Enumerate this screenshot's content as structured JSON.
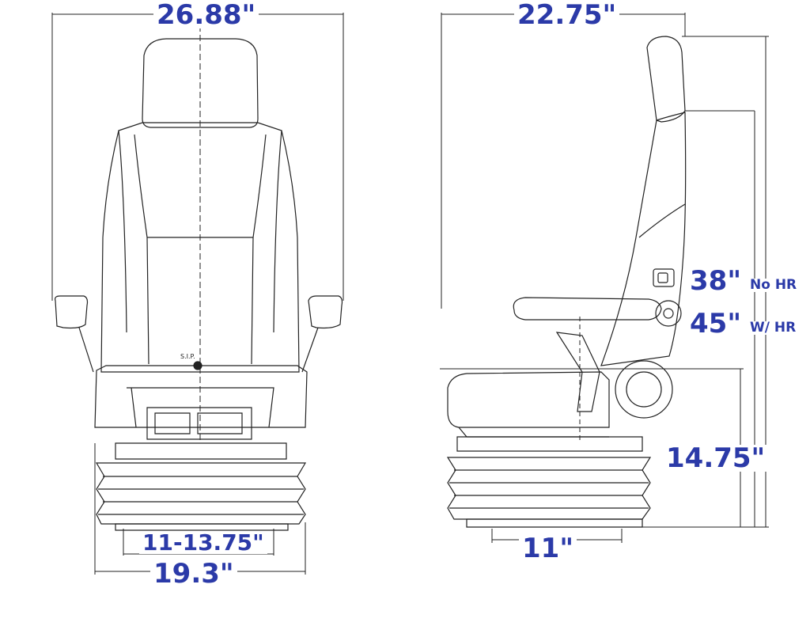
{
  "colors": {
    "line": "#222222",
    "dimension_text": "#2b3aa8",
    "background": "#ffffff"
  },
  "front_view": {
    "overall_width": "26.88\"",
    "seat_width": "19.3\"",
    "base_range": "11-13.75\"",
    "sip_label": "S.I.P."
  },
  "side_view": {
    "overall_depth": "22.75\"",
    "height_no_hr_value": "38\"",
    "height_no_hr_note": "No HR",
    "height_with_hr_value": "45\"",
    "height_with_hr_note": "W/ HR",
    "seat_height": "14.75\"",
    "base_depth": "11\""
  }
}
